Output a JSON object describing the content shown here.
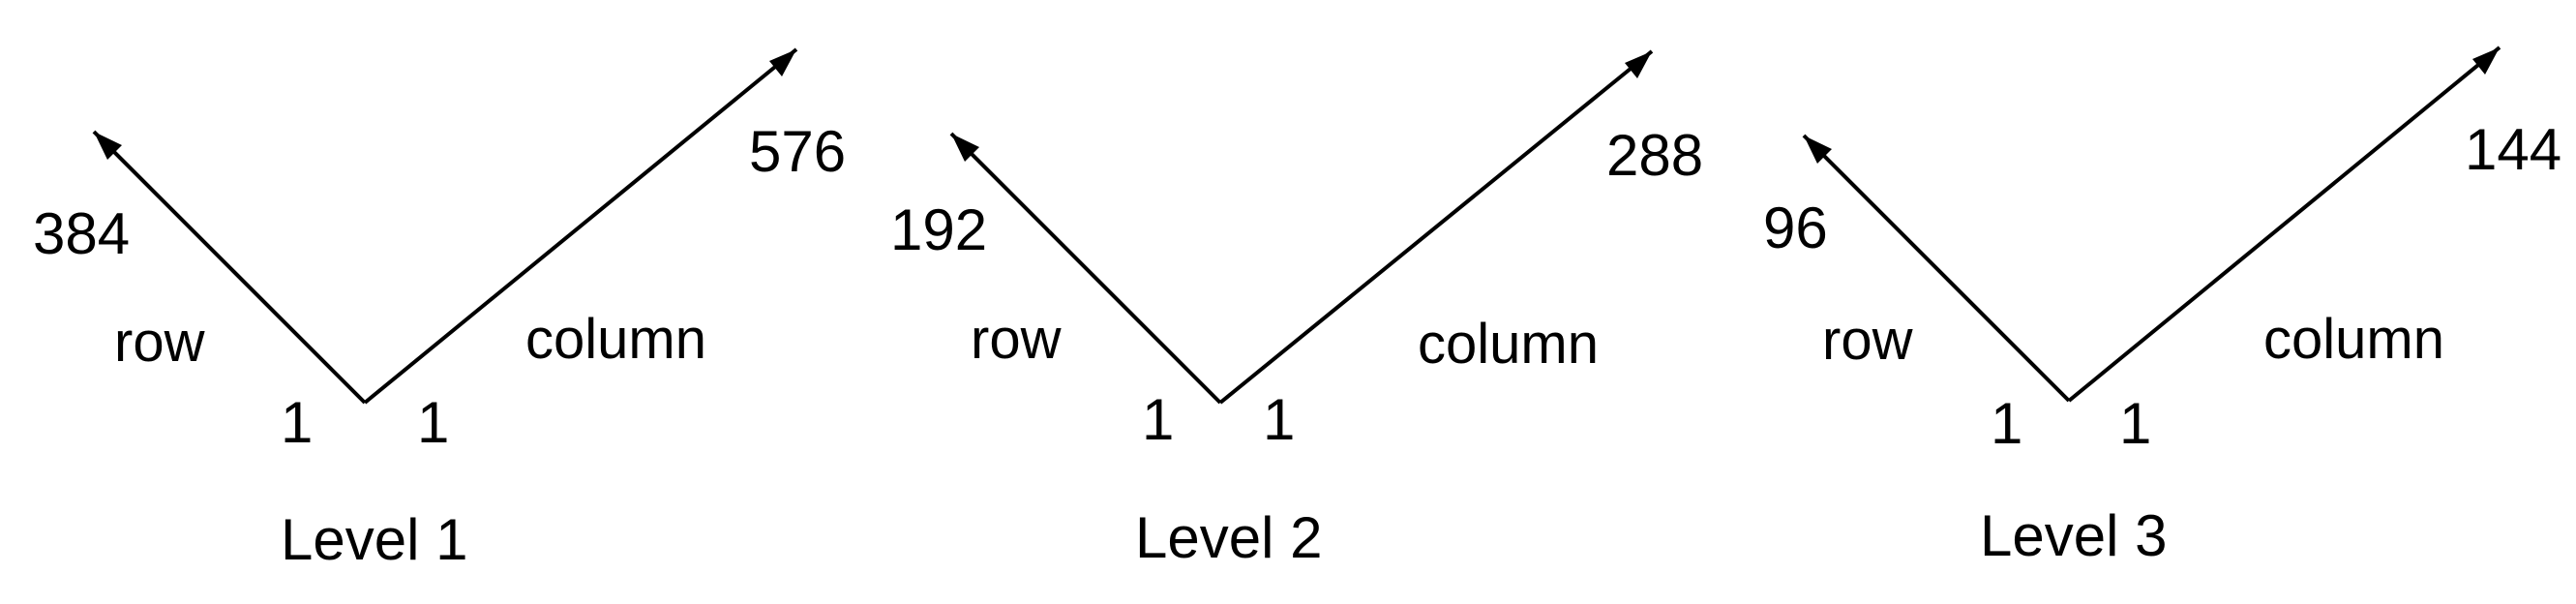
{
  "diagram": {
    "stroke_color": "#000000",
    "levels": [
      {
        "title": "Level 1",
        "row_label": "row",
        "column_label": "column",
        "row_start": "1",
        "column_start": "1",
        "row_end": "384",
        "column_end": "576"
      },
      {
        "title": "Level 2",
        "row_label": "row",
        "column_label": "column",
        "row_start": "1",
        "column_start": "1",
        "row_end": "192",
        "column_end": "288"
      },
      {
        "title": "Level 3",
        "row_label": "row",
        "column_label": "column",
        "row_start": "1",
        "column_start": "1",
        "row_end": "96",
        "column_end": "144"
      }
    ]
  }
}
